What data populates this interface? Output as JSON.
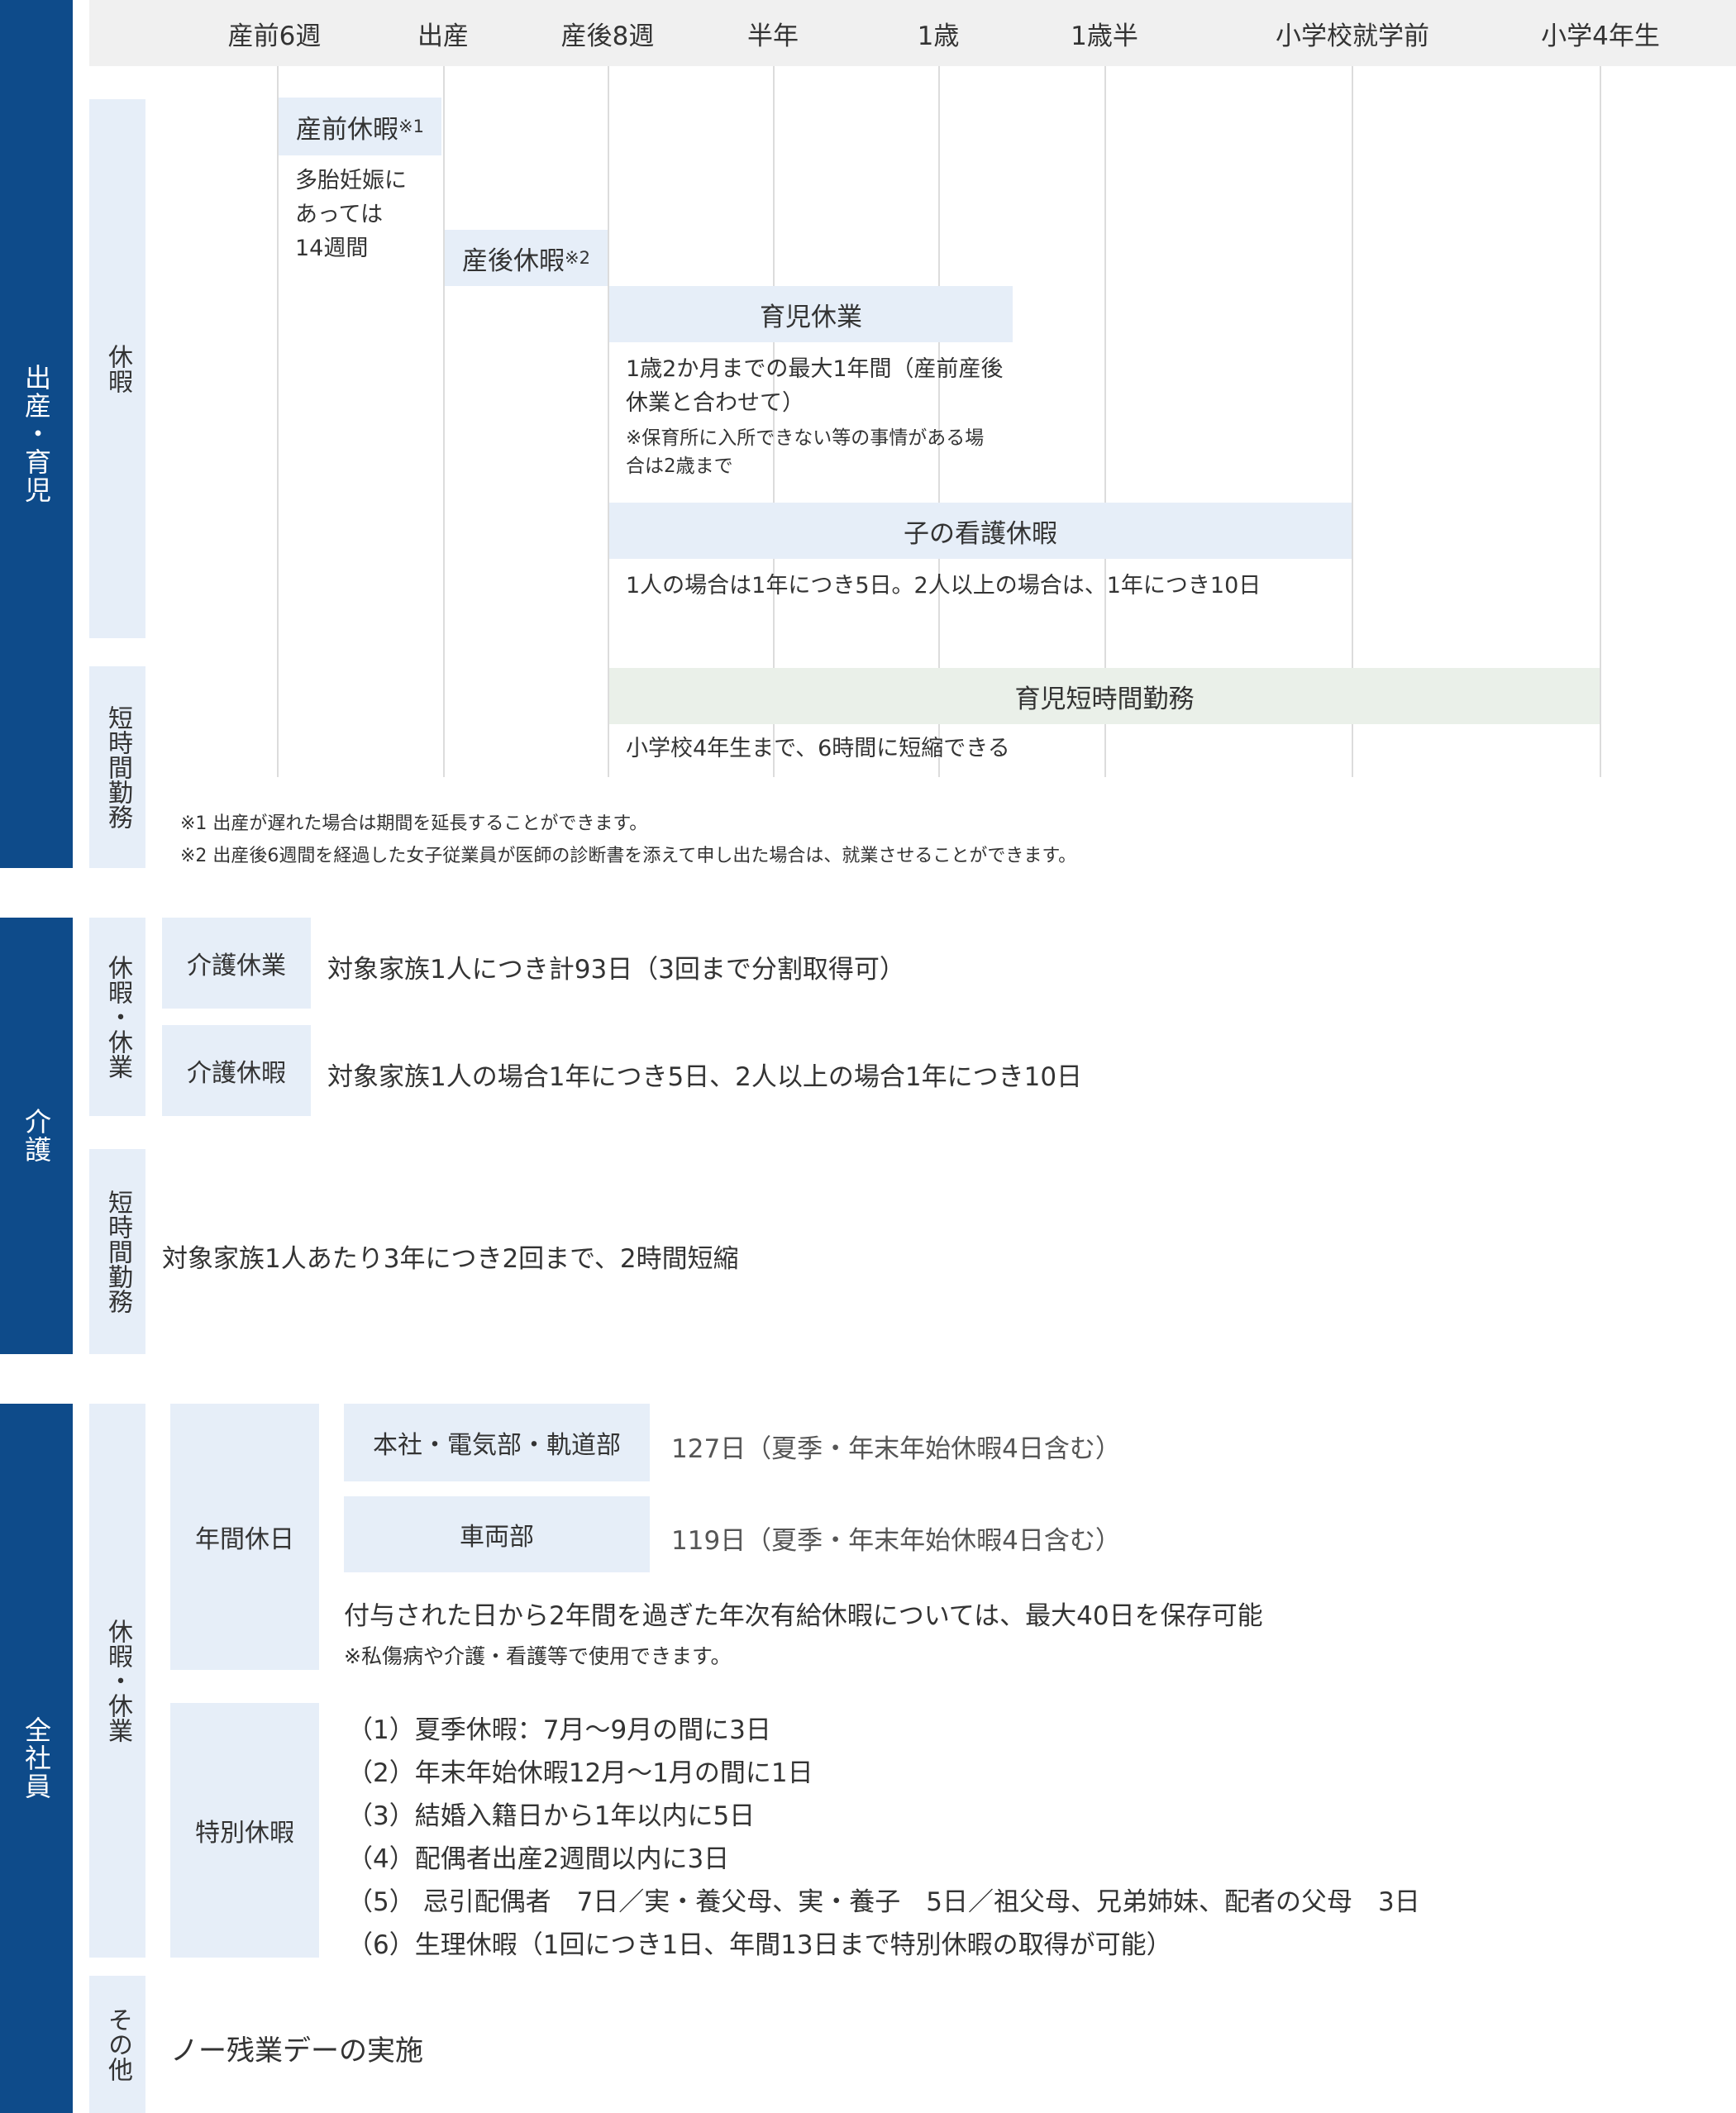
{
  "timeline": {
    "ticks": [
      "産前6週",
      "出産",
      "産後8週",
      "半年",
      "1歳",
      "1歳半",
      "小学校就学前",
      "小学4年生"
    ]
  },
  "section1": {
    "category": "出産・育児",
    "sub_leave": "休暇",
    "sub_short": "短時間勤務",
    "prenatal": {
      "label": "産前休暇",
      "mark": "※1",
      "note_lines": [
        "多胎妊娠に",
        "あっては",
        "14週間"
      ]
    },
    "postnatal": {
      "label": "産後休暇",
      "mark": "※2"
    },
    "childcare": {
      "label": "育児休業",
      "desc_lines": [
        "1歳2か月までの最大1年間（産前産後",
        "休業と合わせて）"
      ],
      "note_lines": [
        "※保育所に入所できない等の事情がある場",
        "合は2歳まで"
      ]
    },
    "nursing": {
      "label": "子の看護休暇",
      "desc": "1人の場合は1年につき5日。2人以上の場合は、1年につき10日"
    },
    "short_work": {
      "label": "育児短時間勤務",
      "desc": "小学校4年生まで、6時間に短縮できる"
    },
    "footnotes": [
      "※1 出産が遅れた場合は期間を延長することができます。",
      "※2 出産後6週間を経過した女子従業員が医師の診断書を添えて申し出た場合は、就業させることができます。"
    ]
  },
  "section2": {
    "category": "介護",
    "sub_leave": "休暇・休業",
    "sub_short": "短時間勤務",
    "rows": [
      {
        "label": "介護休業",
        "desc": "対象家族1人につき計93日（3回まで分割取得可）"
      },
      {
        "label": "介護休暇",
        "desc": "対象家族1人の場合1年につき5日、2人以上の場合1年につき10日"
      }
    ],
    "short_desc": "対象家族1人あたり3年につき2回まで、2時間短縮"
  },
  "section3": {
    "category": "全社員",
    "sub_leave": "休暇・休業",
    "sub_other": "その他",
    "annual": {
      "label": "年間休日",
      "rows": [
        {
          "label": "本社・電気部・軌道部",
          "value": "127日（夏季・年末年始休暇4日含む）"
        },
        {
          "label": "車両部",
          "value": "119日（夏季・年末年始休暇4日含む）"
        }
      ],
      "note": "付与された日から2年間を過ぎた年次有給休暇については、最大40日を保存可能",
      "note_small": "※私傷病や介護・看護等で使用できます。"
    },
    "special": {
      "label": "特別休暇",
      "items": [
        "（1）夏季休暇：7月～9月の間に3日",
        "（2）年末年始休暇12月～1月の間に1日",
        "（3）結婚入籍日から1年以内に5日",
        "（4）配偶者出産2週間以内に3日",
        "（5） 忌引配偶者　7日／実・養父母、実・養子　5日／祖父母、兄弟姉妹、配者の父母　3日",
        "（6）生理休暇（1回につき1日、年間13日まで特別休暇の取得が可能）"
      ]
    },
    "other_desc": "ノー残業デーの実施"
  },
  "colors": {
    "category": "#0e4b8a",
    "sub": "#e6eef8",
    "green": "#eaf0e9",
    "header": "#f0f0f0"
  }
}
